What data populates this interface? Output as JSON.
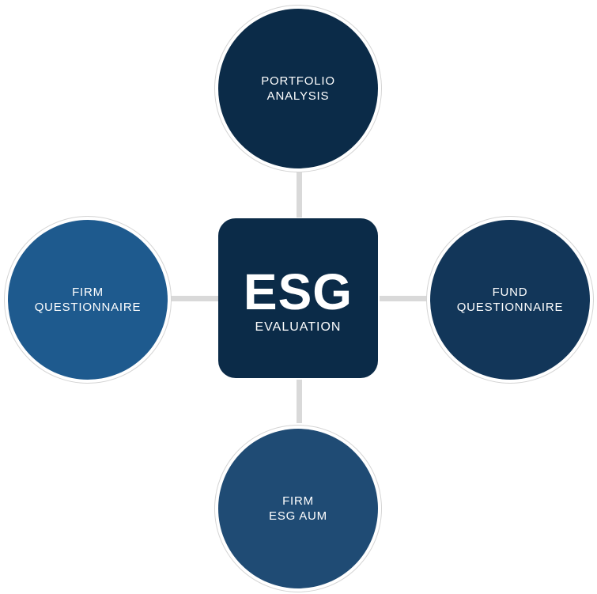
{
  "center": {
    "title": "ESG",
    "subtitle": "EVALUATION",
    "color": "#0b2b48"
  },
  "nodes": {
    "top": {
      "line1": "PORTFOLIO",
      "line2": "ANALYSIS",
      "color": "#0b2b48"
    },
    "right": {
      "line1": "FUND",
      "line2": "QUESTIONNAIRE",
      "color": "#123659"
    },
    "bottom": {
      "line1": "FIRM",
      "line2": "ESG AUM",
      "color": "#1f4b74"
    },
    "left": {
      "line1": "FIRM",
      "line2": "QUESTIONNAIRE",
      "color": "#1e5a8e"
    }
  },
  "connector_color": "#d9d9d9"
}
